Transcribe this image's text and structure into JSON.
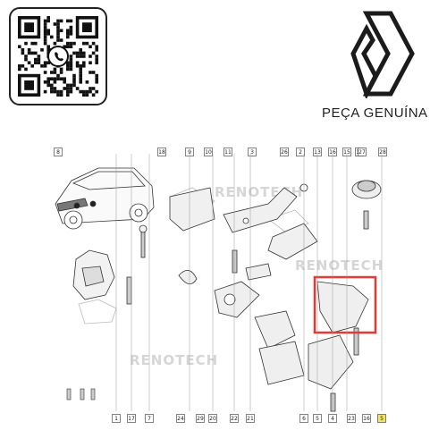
{
  "brand": {
    "label": "PEÇA GENUÍNA"
  },
  "watermark": "RENOTECH",
  "icons": {
    "qr": "qr-code-icon",
    "chat": "whatsapp-icon",
    "logo": "brand-logo-icon"
  },
  "top_callouts": [
    "8",
    "18",
    "9",
    "10",
    "11",
    "3",
    "26",
    "2",
    "13",
    "16",
    "15",
    "14",
    "27",
    "28"
  ],
  "bottom_callouts": [
    "1",
    "17",
    "7",
    "24",
    "29",
    "20",
    "22",
    "21",
    "6",
    "5",
    "4",
    "23",
    "16",
    "5"
  ],
  "highlight_color": "#e53935",
  "bottom_highlight_color": "#f1e36c"
}
